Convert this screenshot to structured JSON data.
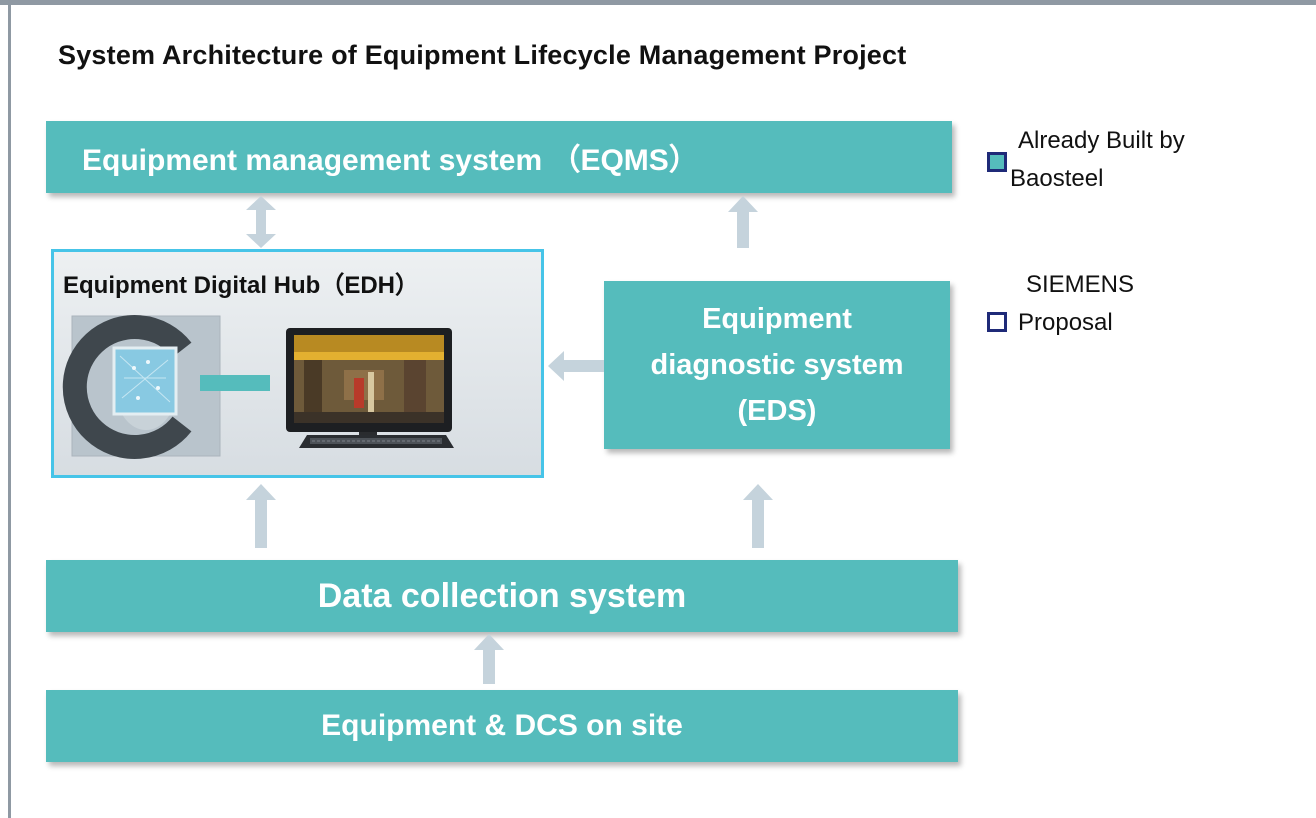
{
  "title": "System Architecture of Equipment Lifecycle Management Project",
  "nodes": {
    "eqms": "Equipment management system （EQMS）",
    "edh": "Equipment Digital Hub（EDH）",
    "eds": [
      "Equipment",
      "diagnostic system",
      "(EDS)"
    ],
    "data_collection": "Data collection system",
    "on_site": "Equipment & DCS on site"
  },
  "legend": {
    "built": [
      "Already Built by",
      "Baosteel"
    ],
    "proposal": [
      "SIEMENS",
      "Proposal"
    ]
  },
  "colors": {
    "teal": "#55bcbc",
    "highlight_border": "#46c4e8",
    "arrow": "#c5d3dc",
    "legend_border": "#1f2a78"
  },
  "icons": [
    "c-logo-icon",
    "computer-monitor-icon",
    "keyboard-icon"
  ]
}
